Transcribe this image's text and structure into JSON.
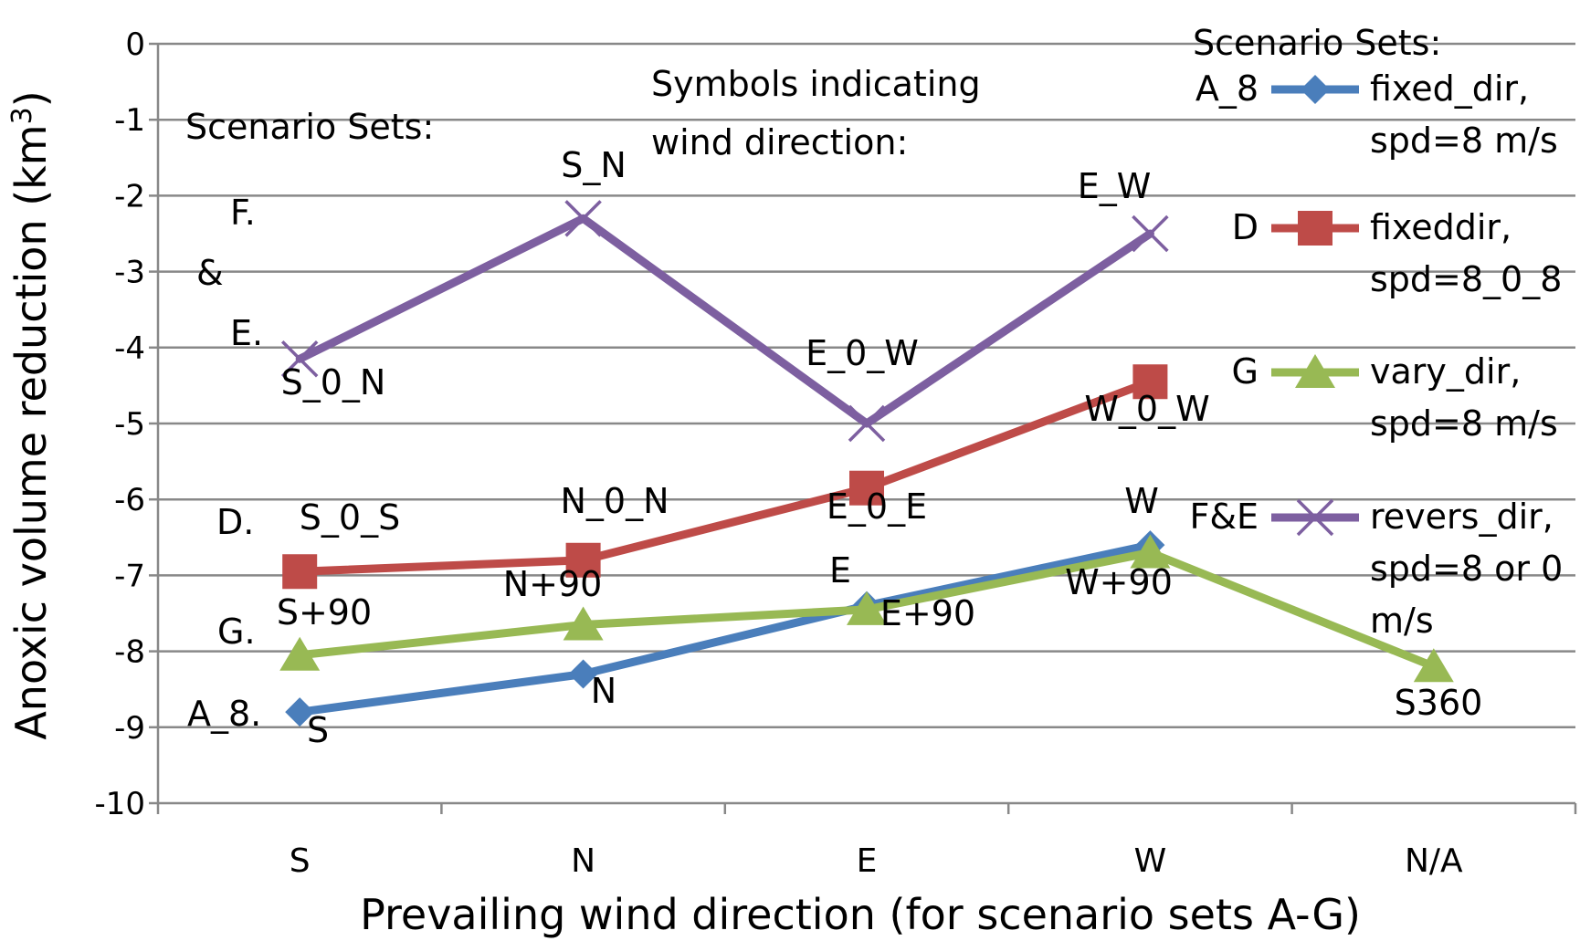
{
  "chart_data": {
    "type": "line",
    "title": "",
    "xlabel": "Prevailing wind direction (for scenario sets A-G)",
    "ylabel_main": "Anoxic volume reduction (km",
    "ylabel_sup": "3",
    "ylabel_close": ")",
    "categories": [
      "S",
      "N",
      "E",
      "W",
      "N/A"
    ],
    "ylim": [
      -10,
      0
    ],
    "yticks": [
      0,
      -1,
      -2,
      -3,
      -4,
      -5,
      -6,
      -7,
      -8,
      -9,
      -10
    ],
    "grid": true,
    "series": [
      {
        "name_lines": [
          "fixed_dir,",
          "spd=8 m/s"
        ],
        "set_label": "A_8",
        "color": "#4a7ebb",
        "marker": "diamond",
        "values": [
          -8.8,
          -8.3,
          -7.4,
          -6.6,
          null
        ]
      },
      {
        "name_lines": [
          "fixeddir,",
          "spd=8_0_8"
        ],
        "set_label": "D",
        "color": "#be4b48",
        "marker": "square",
        "values": [
          -6.95,
          -6.8,
          -5.85,
          -4.45,
          null
        ]
      },
      {
        "name_lines": [
          "vary_dir,",
          "spd=8 m/s"
        ],
        "set_label": "G",
        "color": "#98b954",
        "marker": "triangle",
        "values": [
          -8.05,
          -7.65,
          -7.45,
          -6.7,
          -8.2
        ]
      },
      {
        "name_lines": [
          "revers_dir,",
          "spd=8 or 0",
          "m/s"
        ],
        "set_label": "F&E",
        "color": "#7d5fa0",
        "marker": "x",
        "values": [
          -4.15,
          -2.3,
          -5.0,
          -2.5,
          null
        ]
      }
    ],
    "legend": {
      "title": "Scenario Sets:",
      "position": "top-right"
    },
    "annotations": {
      "scenario_title": "Scenario Sets:",
      "symbols_title_lines": [
        "Symbols indicating",
        "wind direction:"
      ],
      "set_labels": [
        "F.",
        "&",
        "E.",
        "D.",
        "G.",
        "A_8."
      ],
      "point_labels": [
        "S_0_N",
        "S_N",
        "E_0_W",
        "E_W",
        "W_0_W",
        "S_0_S",
        "N_0_N",
        "E_0_E",
        "W",
        "N+90",
        "S+90",
        "E",
        "E+90",
        "W+90",
        "N",
        "S",
        "S360"
      ]
    }
  }
}
